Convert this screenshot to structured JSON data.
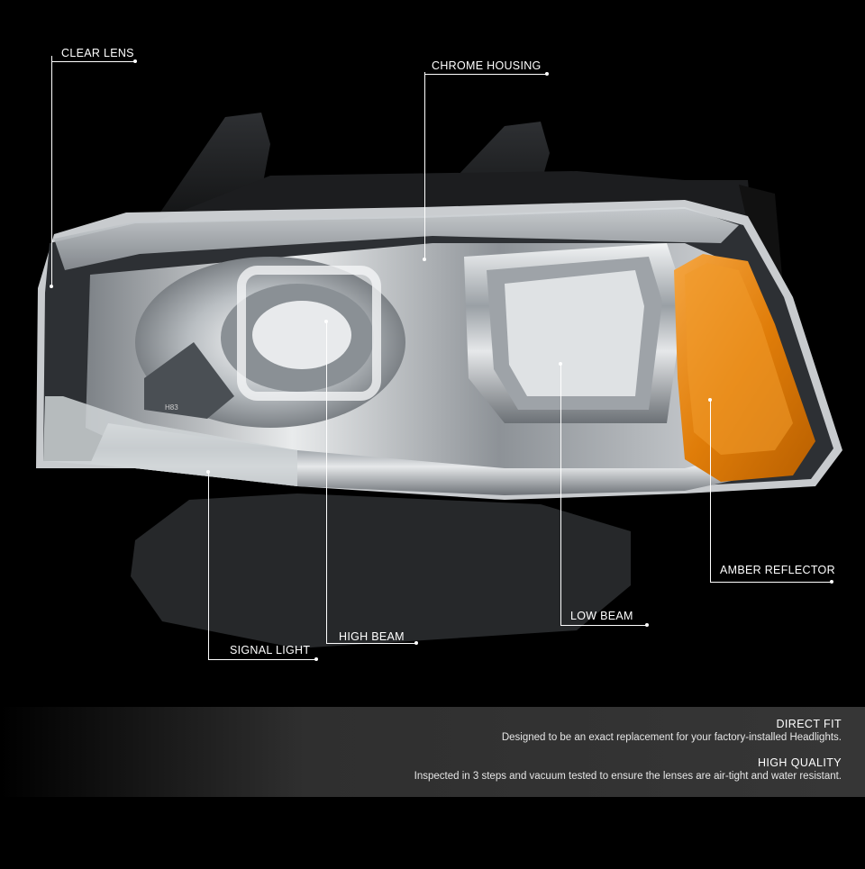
{
  "callouts": {
    "clear_lens": "CLEAR LENS",
    "chrome_housing": "CHROME HOUSING",
    "amber_reflector": "AMBER REFLECTOR",
    "low_beam": "LOW BEAM",
    "high_beam": "HIGH BEAM",
    "signal_light": "SIGNAL LIGHT"
  },
  "product": {
    "bulb_marking": "H83"
  },
  "features": [
    {
      "title": "DIRECT FIT",
      "description": "Designed to be an exact replacement for your factory-installed Headlights."
    },
    {
      "title": "HIGH QUALITY",
      "description": "Inspected in 3 steps and vacuum tested to ensure the lenses are air-tight and water resistant."
    }
  ],
  "colors": {
    "background": "#000000",
    "amber": "#e8870f",
    "chrome": "#cfd3d6",
    "callout_text": "#ffffff"
  }
}
